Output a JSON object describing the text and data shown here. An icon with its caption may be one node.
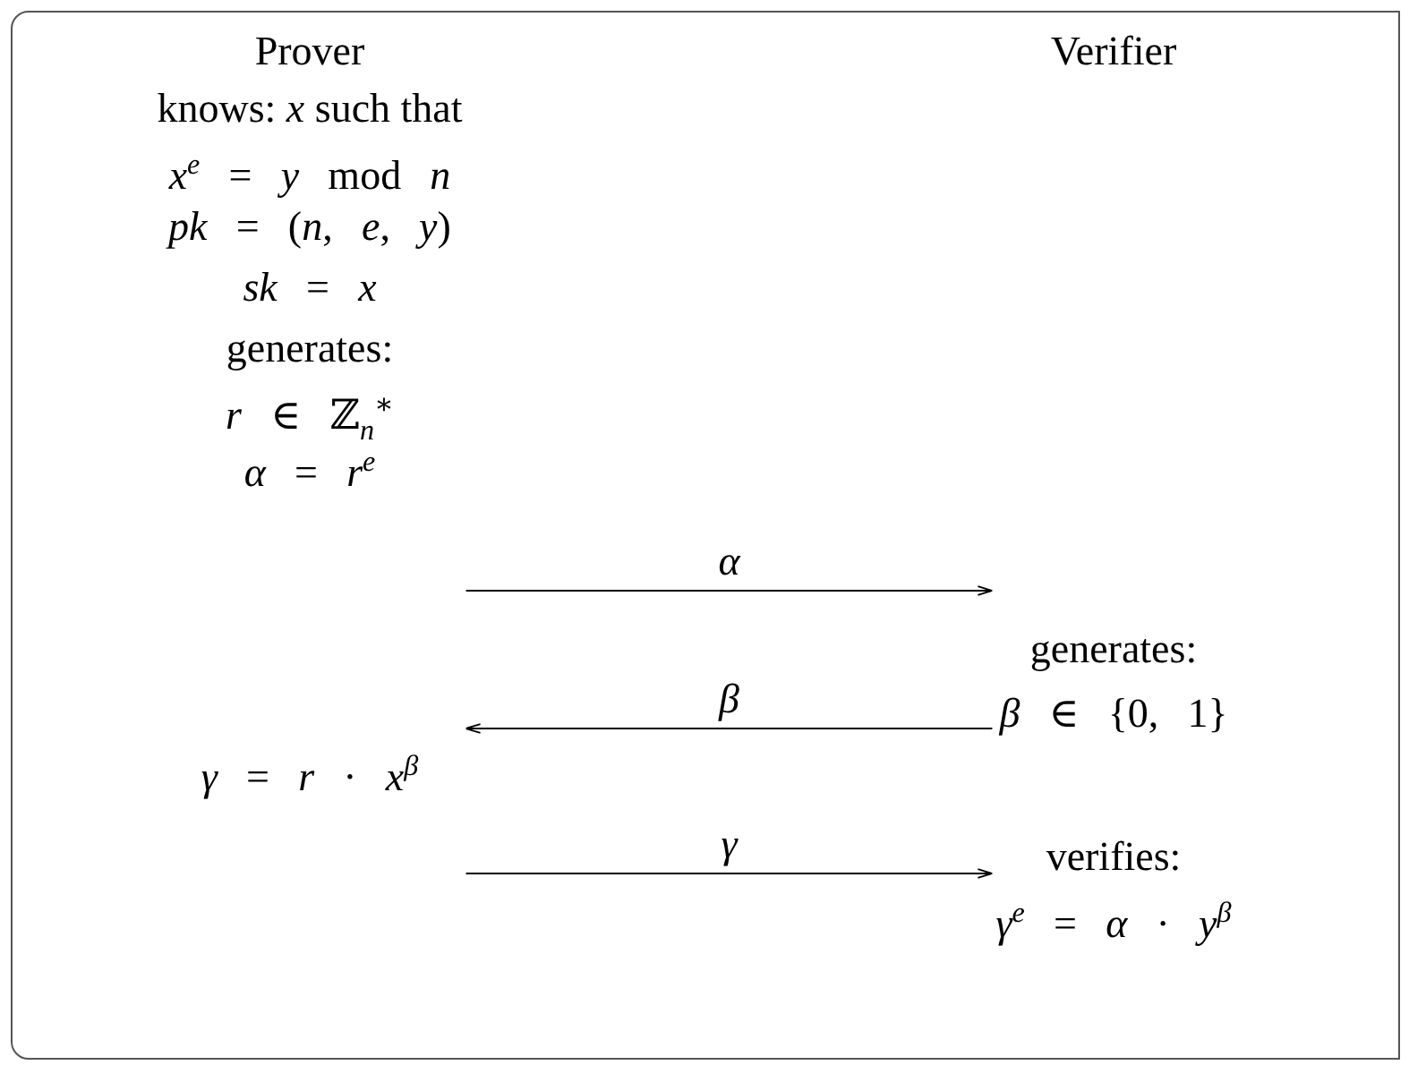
{
  "diagram": {
    "nodes": [
      {
        "text": [],
        "shape": "box"
      },
      {
        "text": [
          "Prover",
          "knows: *x* such that",
          "*x*$^{e}$ = *y* mod *n*",
          "*pk* = (*n*, *e*, *y*)",
          "*sk* = *x*",
          "generates:",
          "*r* ∈ ℤ$_{n}$$^{∗}$",
          "*α* = *r*$^{e}$",
          "*γ* = *r* · *x*$^{β}$"
        ],
        "in": 0
      },
      {
        "text": [
          "Verifier",
          "generates:",
          "*β* ∈ {0, 1}",
          "verifies:",
          "*γ*$^{e}$ = *α* · *y*$^{β}$"
        ],
        "in": 0
      }
    ],
    "edges": [
      {
        "from": 1,
        "to": 2,
        "arrow": "to",
        "label": "*α*"
      },
      {
        "from": 2,
        "to": 1,
        "arrow": "to",
        "label": "*β*"
      },
      {
        "from": 1,
        "to": 2,
        "arrow": "to",
        "label": "*γ*"
      }
    ]
  }
}
